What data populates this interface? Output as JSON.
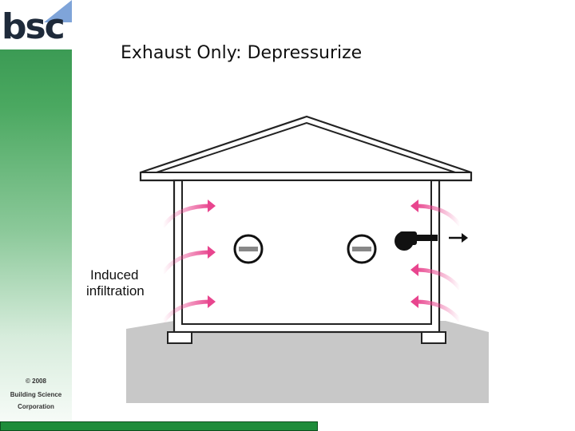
{
  "brand": {
    "logo_text": "bsc"
  },
  "title": "Exhaust Only: Depressurize",
  "diagram": {
    "label_line1": "Induced",
    "label_line2": "infiltration"
  },
  "copyright": {
    "line1": "© 2008",
    "line2": "Building Science",
    "line3": "Corporation"
  },
  "colors": {
    "accent_green": "#1e8c3a",
    "arrow_pink": "#e8458e",
    "ground": "#c8c8c8",
    "fan": "#111111"
  }
}
